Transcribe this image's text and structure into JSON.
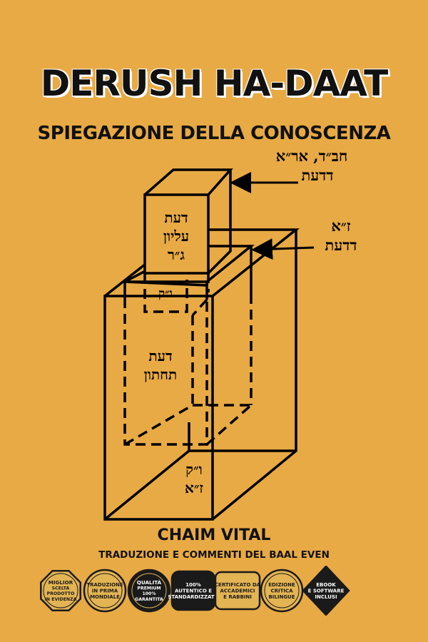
{
  "cover": {
    "title": "DERUSH HA-DAAT",
    "subtitle": "SPIEGAZIONE DELLA CONOSCENZA",
    "author": "CHAIM VITAL",
    "credit": "TRADUZIONE E COMMENTI DEL BAAL EVEN"
  },
  "diagram": {
    "label_top_right_line1": "חב״ד, אר״א",
    "label_top_right_line2": "דדעת",
    "label_mid_right_line1": "ז״א",
    "label_mid_right_line2": "דדעת",
    "upper_box_line1": "דעת",
    "upper_box_line2": "עליון",
    "upper_box_line3": "ג״ר",
    "upper_box_bottom": "ו״ק",
    "middle_line1": "דעת",
    "middle_line2": "תחתון",
    "bottom_line1": "ו״ק",
    "bottom_line2": "ז״א"
  },
  "badges": [
    {
      "lines": [
        "MIGLIOR",
        "SCELTA",
        "PRODOTTO",
        "IN EVIDENZA"
      ],
      "color": "#e3b453"
    },
    {
      "lines": [
        "TRADUZIONE",
        "IN PRIMA",
        "MONDIALE"
      ],
      "color": "#e3b453"
    },
    {
      "lines": [
        "QUALITÀ",
        "PREMIUM",
        "100%",
        "GARANTITA"
      ],
      "color": "#1a1a1a"
    },
    {
      "lines": [
        "100%",
        "AUTENTICO E",
        "STANDARDIZZATO"
      ],
      "color": "#1a1a1a"
    },
    {
      "lines": [
        "CERTIFICATO DA",
        "ACCADEMICI",
        "E RABBINI"
      ],
      "color": "#e3b453"
    },
    {
      "lines": [
        "EDIZIONE",
        "CRITICA",
        "BILINGUE"
      ],
      "color": "#e3b453"
    },
    {
      "lines": [
        "EBOOK",
        "E SOFTWARE",
        "INCLUSI"
      ],
      "color": "#1a1a1a"
    }
  ]
}
